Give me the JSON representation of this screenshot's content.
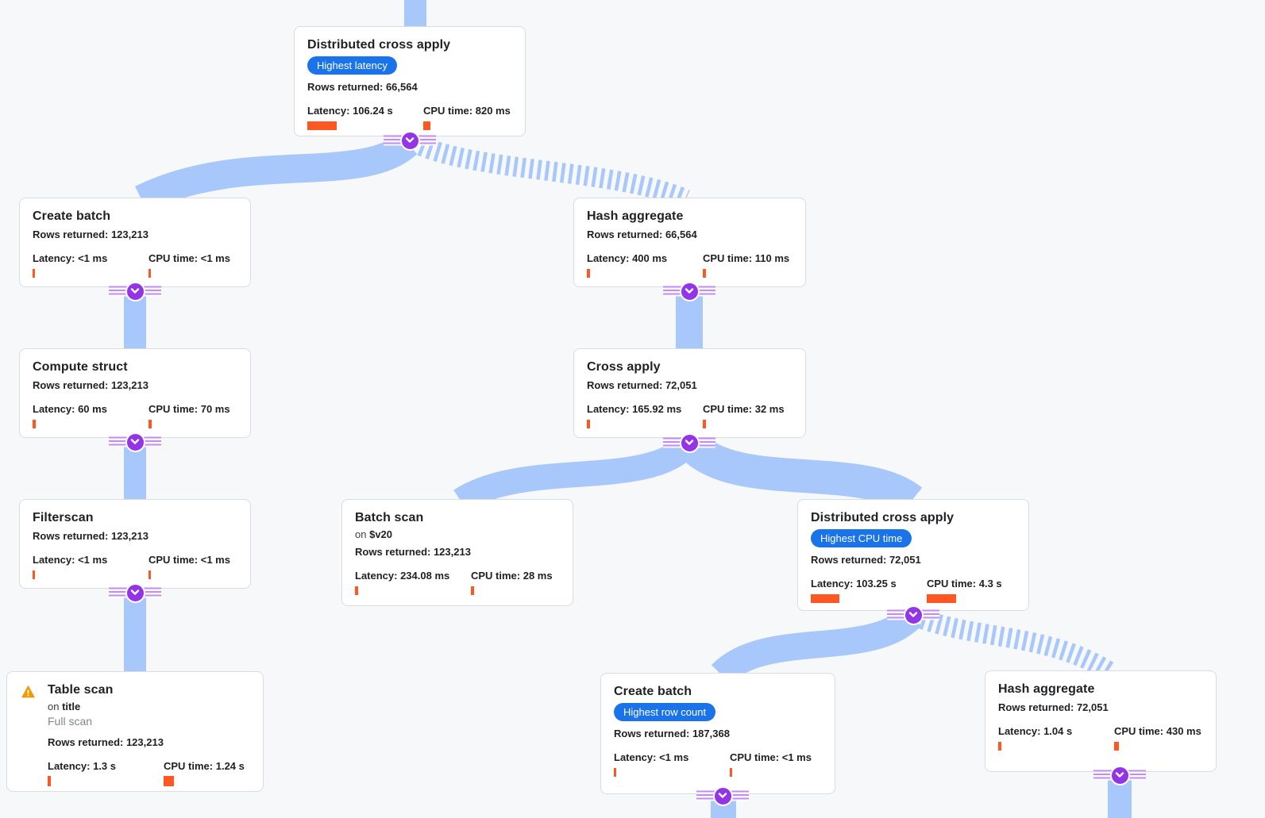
{
  "palette": {
    "background": "#f7f8f9",
    "edge_blue": "#a8c7fa",
    "badge_blue": "#1a73e8",
    "bar_orange": "#ff5722",
    "connector_purple": "#9334e6",
    "warning_orange": "#f29900"
  },
  "nodes": [
    {
      "title": "Distributed cross apply",
      "badge": "Highest latency",
      "rows": "Rows returned: 66,564",
      "latency": "Latency: 106.24 s",
      "latency_bar": 37,
      "cpu": "CPU time: 820 ms",
      "cpu_bar": 9
    },
    {
      "title": "Create batch",
      "rows": "Rows returned: 123,213",
      "latency": "Latency: <1 ms",
      "latency_bar": 3,
      "cpu": "CPU time: <1 ms",
      "cpu_bar": 3
    },
    {
      "title": "Hash aggregate",
      "rows": "Rows returned: 66,564",
      "latency": "Latency: 400 ms",
      "latency_bar": 4,
      "cpu": "CPU time: 110 ms",
      "cpu_bar": 4
    },
    {
      "title": "Compute struct",
      "rows": "Rows returned: 123,213",
      "latency": "Latency: 60 ms",
      "latency_bar": 4,
      "cpu": "CPU time: 70 ms",
      "cpu_bar": 4
    },
    {
      "title": "Cross apply",
      "rows": "Rows returned: 72,051",
      "latency": "Latency: 165.92 ms",
      "latency_bar": 4,
      "cpu": "CPU time: 32 ms",
      "cpu_bar": 4
    },
    {
      "title": "Filterscan",
      "rows": "Rows returned: 123,213",
      "latency": "Latency: <1 ms",
      "latency_bar": 3,
      "cpu": "CPU time: <1 ms",
      "cpu_bar": 3
    },
    {
      "title": "Batch scan",
      "sub_prefix": "on",
      "sub_value": "$v20",
      "rows": "Rows returned: 123,213",
      "latency": "Latency: 234.08 ms",
      "latency_bar": 4,
      "cpu": "CPU time: 28 ms",
      "cpu_bar": 4
    },
    {
      "title": "Distributed cross apply",
      "badge": "Highest CPU time",
      "rows": "Rows returned: 72,051",
      "latency": "Latency: 103.25 s",
      "latency_bar": 36,
      "cpu": "CPU time: 4.3 s",
      "cpu_bar": 37
    },
    {
      "title": "Table scan",
      "warning": true,
      "sub_prefix": "on",
      "sub_value": "title",
      "note": "Full scan",
      "rows": "Rows returned: 123,213",
      "latency": "Latency: 1.3 s",
      "latency_bar": 4,
      "cpu": "CPU time: 1.24 s",
      "cpu_bar": 13
    },
    {
      "title": "Create batch",
      "badge": "Highest row count",
      "rows": "Rows returned: 187,368",
      "latency": "Latency: <1 ms",
      "latency_bar": 3,
      "cpu": "CPU time: <1 ms",
      "cpu_bar": 3
    },
    {
      "title": "Hash aggregate",
      "rows": "Rows returned: 72,051",
      "latency": "Latency: 1.04 s",
      "latency_bar": 4,
      "cpu": "CPU time: 430 ms",
      "cpu_bar": 6
    }
  ],
  "edges": [
    {
      "from": "input",
      "to": "Distributed cross apply",
      "style": "solid"
    },
    {
      "from": "Distributed cross apply",
      "to": "Create batch",
      "style": "solid"
    },
    {
      "from": "Distributed cross apply",
      "to": "Hash aggregate",
      "style": "striped"
    },
    {
      "from": "Create batch",
      "to": "Compute struct",
      "style": "solid"
    },
    {
      "from": "Hash aggregate",
      "to": "Cross apply",
      "style": "solid"
    },
    {
      "from": "Compute struct",
      "to": "Filterscan",
      "style": "solid"
    },
    {
      "from": "Cross apply",
      "to": "Batch scan",
      "style": "solid"
    },
    {
      "from": "Cross apply",
      "to": "Distributed cross apply 2",
      "style": "solid"
    },
    {
      "from": "Filterscan",
      "to": "Table scan",
      "style": "solid"
    },
    {
      "from": "Distributed cross apply 2",
      "to": "Create batch 2",
      "style": "solid"
    },
    {
      "from": "Distributed cross apply 2",
      "to": "Hash aggregate 2",
      "style": "striped"
    },
    {
      "from": "Create batch 2",
      "to": "offscreen child",
      "style": "solid"
    },
    {
      "from": "Hash aggregate 2",
      "to": "offscreen child",
      "style": "solid"
    }
  ]
}
